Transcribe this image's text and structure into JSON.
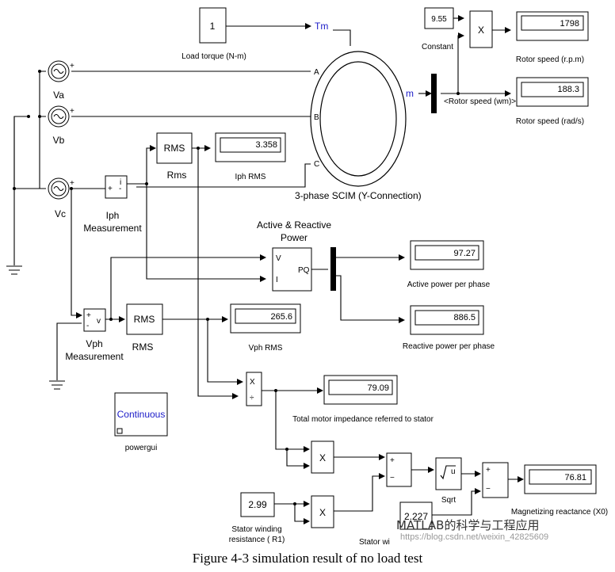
{
  "blocks": {
    "load_torque": {
      "value": "1",
      "label": "Load torque (N-m)"
    },
    "constant": {
      "value": "9.55",
      "label": "Constant"
    },
    "product_sym": "X",
    "rotor_rpm": {
      "value": "1798",
      "label": "Rotor speed (r.p.m)"
    },
    "rotor_rads": {
      "value": "188.3",
      "label": "Rotor speed (rad/s)"
    },
    "motor": {
      "label": "3-phase SCIM (Y-Connection)",
      "port_tm": "Tm",
      "port_a": "A",
      "port_b": "B",
      "port_c": "C",
      "port_m": "m",
      "bus_label": "<Rotor speed (wm)>"
    },
    "sources": [
      {
        "label": "Va"
      },
      {
        "label": "Vb"
      },
      {
        "label": "Vc"
      }
    ],
    "rms_block": {
      "text": "RMS"
    },
    "rms_i": {
      "label": "Rms"
    },
    "iph_rms": {
      "value": "3.358",
      "label": "Iph RMS"
    },
    "iph_meas": {
      "label1": "Iph",
      "label2": "Measurement",
      "port": "i"
    },
    "power": {
      "title1": "Active & Reactive",
      "title2": "Power",
      "port_v": "V",
      "port_i": "I",
      "port_pq": "PQ"
    },
    "active_power": {
      "value": "97.27",
      "label": "Active power per phase"
    },
    "reactive_power": {
      "value": "886.5",
      "label": "Reactive power per phase"
    },
    "vph_meas": {
      "label1": "Vph",
      "label2": "Measurement",
      "port": "v"
    },
    "rms_v": {
      "label": "RMS"
    },
    "vph_rms": {
      "value": "265.6",
      "label": "Vph RMS"
    },
    "divide_syms": {
      "mul": "X",
      "div": "÷"
    },
    "impedance": {
      "value": "79.09",
      "label": "Total motor impedance referred to stator"
    },
    "powergui": {
      "text": "Continuous",
      "label": "powergui"
    },
    "r1": {
      "value": "2.99",
      "label1": "Stator winding",
      "label2": "resistance ( R1)"
    },
    "x1": {
      "value": "2.227",
      "label": "Stator wi"
    },
    "sqrt": {
      "label": "Sqrt",
      "sym": "u"
    },
    "xm": {
      "value": "76.81",
      "label": "Magnetizing reactance (X0)"
    }
  },
  "caption": "Figure 4-3 simulation result of no load test",
  "watermark": {
    "text": "MATLAB的科学与工程应用",
    "url": "https://blog.csdn.net/weixin_42825609"
  }
}
